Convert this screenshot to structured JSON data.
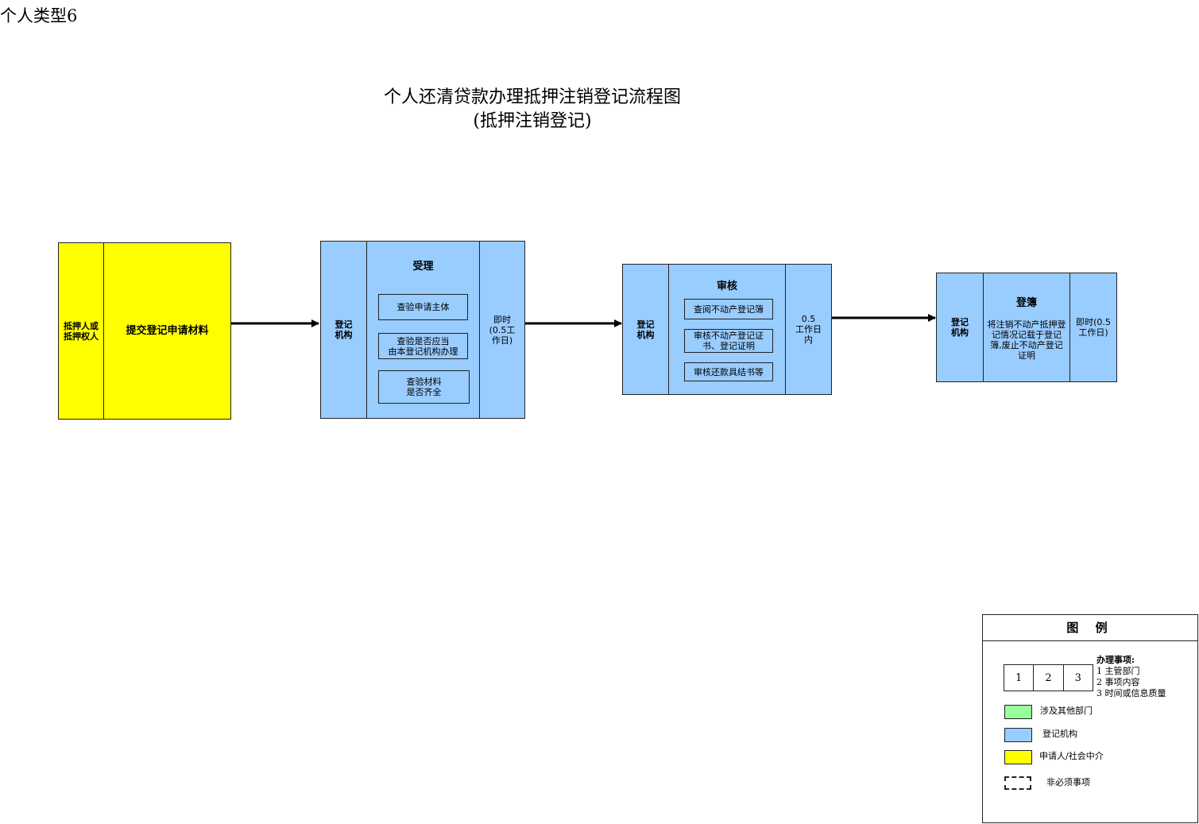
{
  "page": {
    "corner_label": "个人类型6",
    "title_line1": "个人还清贷款办理抵押注销登记流程图",
    "title_line2": "(抵押注销登记)"
  },
  "colors": {
    "applicant": "#ffff00",
    "registry": "#99ccff",
    "other_dept": "#99ff99"
  },
  "flow": {
    "step1": {
      "dept": "抵押人或\n抵押权人",
      "content": "提交登记申请材料"
    },
    "step2": {
      "dept": "登记\n机构",
      "title": "受理",
      "tasks": [
        "查验申请主体",
        "查验是否应当\n由本登记机构办理",
        "查验材料\n是否齐全"
      ],
      "time": "即时\n(0.5工\n作日)"
    },
    "step3": {
      "dept": "登记\n机构",
      "title": "审核",
      "tasks": [
        "查阅不动产登记簿",
        "审核不动产登记证\n书、登记证明",
        "审核还款具结书等"
      ],
      "time": "0.5\n工作日\n内"
    },
    "step4": {
      "dept": "登记\n机构",
      "title": "登簿",
      "desc": "将注销不动产抵押登\n记情况记载于登记\n簿,废止不动产登记\n证明",
      "time": "即时(0.5\n工作日)"
    }
  },
  "legend": {
    "heading": "图 例",
    "sample_cells": [
      "1",
      "2",
      "3"
    ],
    "items_heading": "办理事项:",
    "item_lines": [
      "1 主管部门",
      "2 事项内容",
      "3 时间或信息质量"
    ],
    "green_label": "涉及其他部门",
    "blue_label": "登记机构",
    "yellow_label": "申请人/社会中介",
    "dashed_label": "非必须事项"
  }
}
